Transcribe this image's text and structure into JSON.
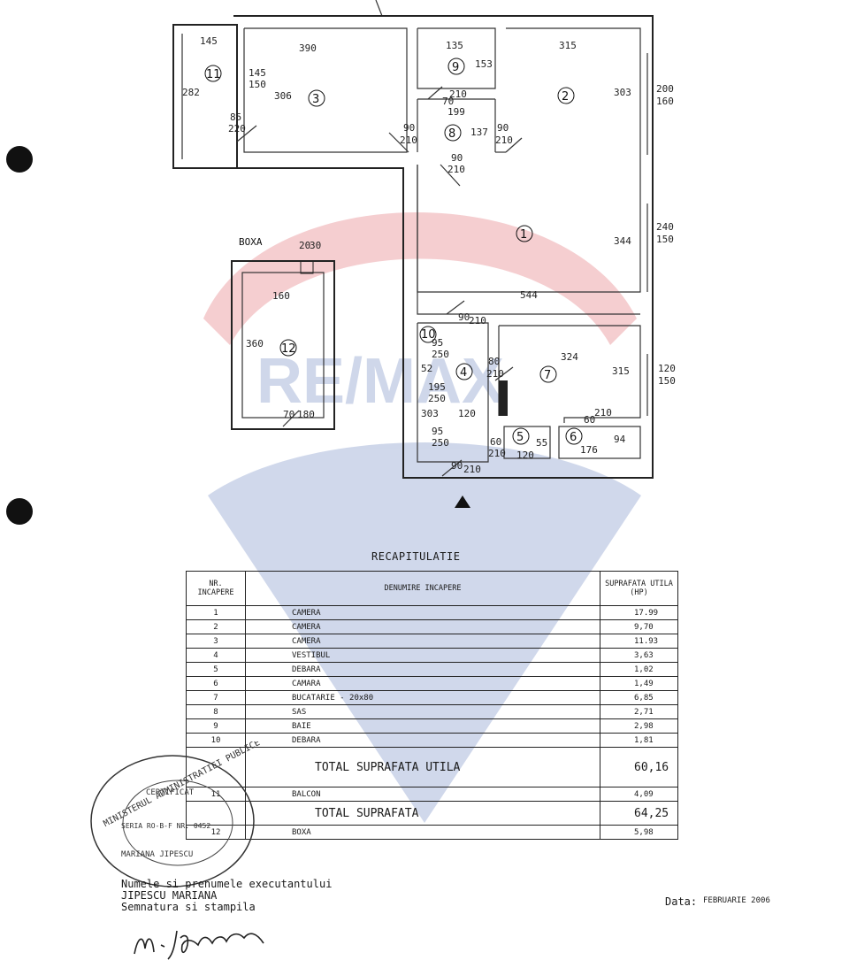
{
  "plan": {
    "boxa_label": "BOXA",
    "rooms": [
      {
        "id": "1",
        "label": "1"
      },
      {
        "id": "2",
        "label": "2"
      },
      {
        "id": "3",
        "label": "3"
      },
      {
        "id": "4",
        "label": "4"
      },
      {
        "id": "5",
        "label": "5"
      },
      {
        "id": "6",
        "label": "6"
      },
      {
        "id": "7",
        "label": "7"
      },
      {
        "id": "8",
        "label": "8"
      },
      {
        "id": "9",
        "label": "9"
      },
      {
        "id": "10",
        "label": "10"
      },
      {
        "id": "11",
        "label": "11"
      },
      {
        "id": "12",
        "label": "12"
      }
    ],
    "dimensions": {
      "d145_top": "145",
      "d390": "390",
      "d135": "135",
      "d315": "315",
      "d282": "282",
      "d306": "306",
      "d303": "303",
      "d153": "153",
      "d145_150_a": "145",
      "d145_150_b": "150",
      "d85": "85",
      "d220": "220",
      "d70_210_a": "70",
      "d70_210_b": "210",
      "d199": "199",
      "d137": "137",
      "d90_210_l_a": "90",
      "d90_210_l_b": "210",
      "d90_210_r_a": "90",
      "d90_210_r_b": "210",
      "d90_210_c_a": "90",
      "d90_210_c_b": "210",
      "d200": "200",
      "d160": "160",
      "d240": "240",
      "d150": "150",
      "d344": "344",
      "d20": "20",
      "d30": "30",
      "d160_boxa": "160",
      "d360": "360",
      "d70_180_a": "70",
      "d70_180_b": "180",
      "d544": "544",
      "d90_210_h_a": "90",
      "d90_210_h_b": "210",
      "d95_250_a": "95",
      "d95_250_b": "250",
      "d195_250_a": "195",
      "d195_250_b": "250",
      "d95_250_c": "95",
      "d95_250_d": "250",
      "d303_v": "303",
      "d120_h": "120",
      "d80_210_a": "80",
      "d80_210_b": "210",
      "d324": "324",
      "d315_k": "315",
      "d120": "120",
      "d150_k": "150",
      "d60_210": "60",
      "d210_k": "210",
      "d60_210_b": "60",
      "d210_b": "210",
      "d120_b": "120",
      "d55": "55",
      "d176": "176",
      "d94": "94",
      "d90_210_e_a": "90",
      "d90_210_e_b": "210",
      "d52": "52"
    }
  },
  "recap": {
    "title": "RECAPITULATIE",
    "headers": {
      "nr": "NR. INCAPERE",
      "name": "DENUMIRE INCAPERE",
      "area": "SUPRAFATA UTILA (HP)"
    },
    "rows": [
      {
        "nr": "1",
        "name": "CAMERA",
        "area": "17.99"
      },
      {
        "nr": "2",
        "name": "CAMERA",
        "area": "9,70"
      },
      {
        "nr": "3",
        "name": "CAMERA",
        "area": "11.93"
      },
      {
        "nr": "4",
        "name": "VESTIBUL",
        "area": "3,63"
      },
      {
        "nr": "5",
        "name": "DEBARA",
        "area": "1,02"
      },
      {
        "nr": "6",
        "name": "CAMARA",
        "area": "1,49"
      },
      {
        "nr": "7",
        "name": "BUCATARIE  - 20x80",
        "area": "6,85"
      },
      {
        "nr": "8",
        "name": "SAS",
        "area": "2,71"
      },
      {
        "nr": "9",
        "name": "BAIE",
        "area": "2,98"
      },
      {
        "nr": "10",
        "name": "DEBARA",
        "area": "1,81"
      }
    ],
    "total_util_label": "TOTAL SUPRAFATA UTILA",
    "total_util_value": "60,16",
    "balcon": {
      "nr": "11",
      "name": "BALCON",
      "area": "4,09"
    },
    "total_label": "TOTAL SUPRAFATA",
    "total_value": "64,25",
    "boxa": {
      "nr": "12",
      "name": "BOXA",
      "area": "5,98"
    }
  },
  "footer": {
    "executant_line1": "Numele si prenumele executantului",
    "executant_name": "JIPESCU MARIANA",
    "signature_line": "Semnatura si stampila",
    "date_label": "Data:",
    "date_value": "FEBRUARIE 2006"
  },
  "stamp": {
    "text_outer": "MINISTERUL ADMINISTRATIEI PUBLICE",
    "text_inner1": "CERTIFICAT",
    "text_inner2": "SERIA RO-B-F NR. 0452",
    "text_inner3": "MARIANA JIPESCU"
  },
  "watermark": "RE/MAX"
}
